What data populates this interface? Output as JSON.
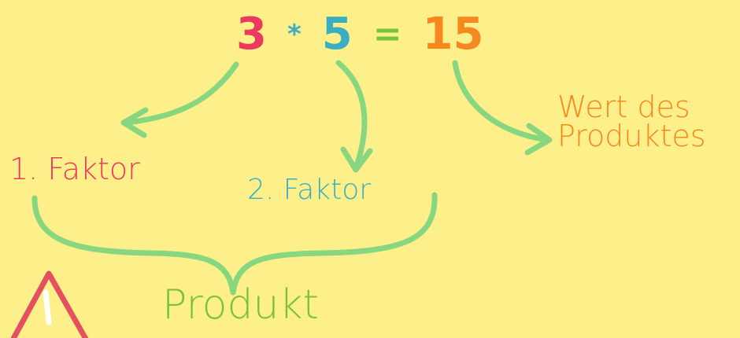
{
  "colors": {
    "background": "#fdf08a",
    "factor1": "#ea3a5e",
    "factor2": "#3aaec2",
    "product_value": "#f7881f",
    "product_label": "#79c23e",
    "arrows": "#88d680",
    "warning": "#e35060"
  },
  "equation": {
    "a": "3",
    "op": "*",
    "b": "5",
    "eq": "=",
    "result": "15"
  },
  "labels": {
    "factor1": "1. Faktor",
    "factor2": "2. Faktor",
    "value_line1": "Wert des",
    "value_line2": "Produktes",
    "product": "Produkt"
  },
  "icons": {
    "warning": "warning-triangle-icon",
    "arrow": "curved-arrow-icon",
    "brace": "curly-brace-icon"
  }
}
